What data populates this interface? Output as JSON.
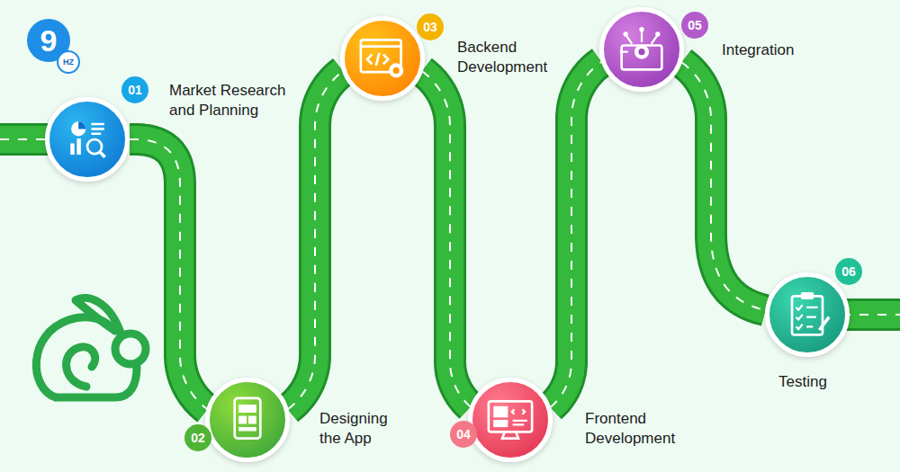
{
  "diagram": {
    "nodes": [
      {
        "text": [
          "01",
          "Market Research and Planning"
        ]
      },
      {
        "text": [
          "02",
          "Designing the App"
        ]
      },
      {
        "text": [
          "03",
          "Backend Development"
        ]
      },
      {
        "text": [
          "04",
          "Frontend Development"
        ]
      },
      {
        "text": [
          "05",
          "Integration"
        ]
      },
      {
        "text": [
          "06",
          "Testing"
        ]
      }
    ],
    "edges": [
      {
        "from": 0,
        "to": 1,
        "arrow": "none"
      },
      {
        "from": 1,
        "to": 2,
        "arrow": "none"
      },
      {
        "from": 2,
        "to": 3,
        "arrow": "none"
      },
      {
        "from": 3,
        "to": 4,
        "arrow": "none"
      },
      {
        "from": 4,
        "to": 5,
        "arrow": "none"
      }
    ],
    "labels": [
      "9",
      "HZ"
    ]
  }
}
